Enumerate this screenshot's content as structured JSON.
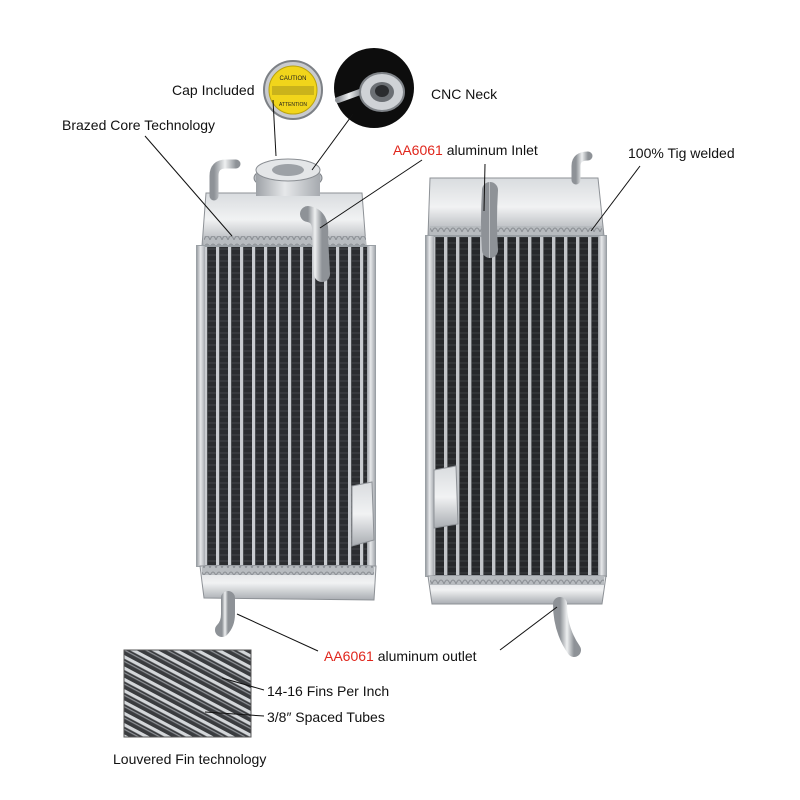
{
  "labels": {
    "cap_included": "Cap Included",
    "cnc_neck": "CNC Neck",
    "brazed_core": "Brazed Core Technology",
    "inlet_code": "AA6061",
    "inlet_rest": " aluminum Inlet",
    "tig_welded": "100% Tig welded",
    "outlet_code": "AA6061",
    "outlet_rest": " aluminum outlet",
    "fins_per_inch": "14-16 Fins Per Inch",
    "spaced_tubes": "3/8″  Spaced Tubes",
    "louvered_fin": "Louvered Fin technology"
  },
  "cap_text": {
    "caution": "CAUTION",
    "attention": "ATTENTION"
  },
  "colors": {
    "accent": "#e0261c",
    "aluminum": "#c9ccd0",
    "core_dark": "#2a2c2f",
    "cap_yellow": "#f1d51b"
  }
}
